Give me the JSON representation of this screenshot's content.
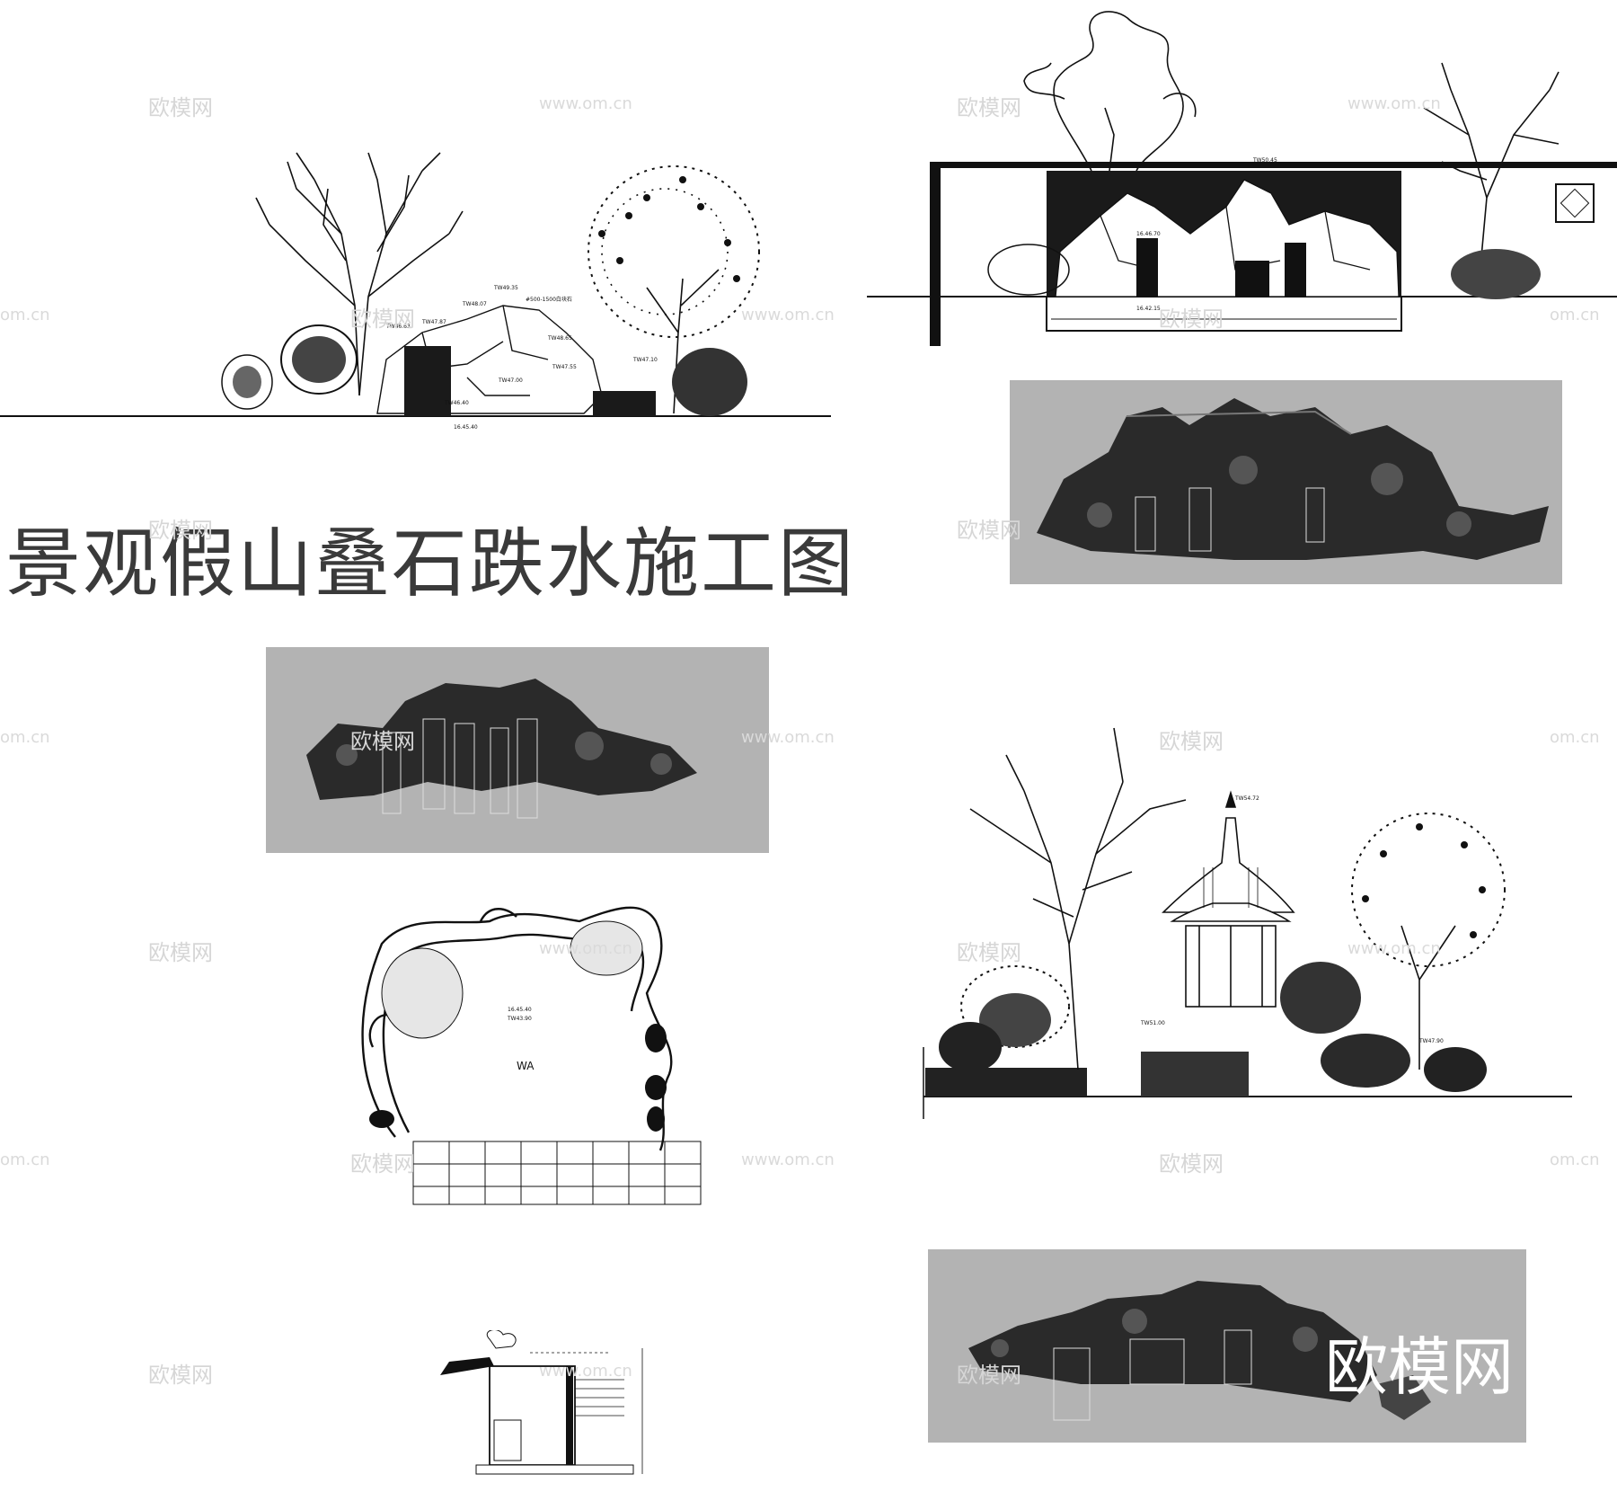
{
  "title": "景观假山叠石跌水施工图",
  "brand": "欧模网",
  "watermarks": {
    "logo_text": "欧模网",
    "url_text": "www.om.cn",
    "url_fragment": "om.cn"
  },
  "drawings": {
    "elevation_a": {
      "callout_1": "TW49.35",
      "callout_2": "TW48.65",
      "callout_3": "TW48.07",
      "callout_4": "TW47.87",
      "callout_5": "TW47.55",
      "callout_6": "TW47.10",
      "callout_7": "TW47.00",
      "callout_8": "TW46.63",
      "callout_9": "TW46.40",
      "note": "#500-1500白块石",
      "ground_mark": "16.45.40"
    },
    "section_b": {
      "top_mark": "TW50.45",
      "mid_mark": "16.46.70",
      "bottom_mark": "16.42.15"
    },
    "plan_c": {
      "label": "WA",
      "mark_1": "16.45.40",
      "mark_2": "TW43.90"
    },
    "pavilion_elevation": {
      "top_mark": "TW54.72",
      "side_mark": "TW51.00",
      "right_mark": "TW47.90"
    }
  },
  "colors": {
    "render_bg": "#b3b3b3",
    "rock_dark": "#2a2a2a",
    "line": "#111111",
    "title": "#3a3a3a"
  }
}
